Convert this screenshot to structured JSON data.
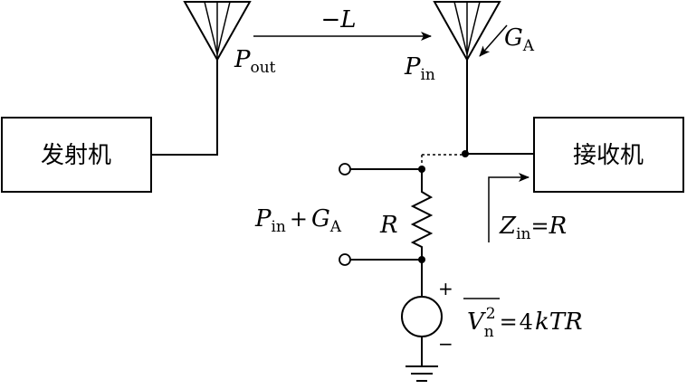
{
  "transmitter": {
    "label": "发射机"
  },
  "receiver": {
    "label": "接收机"
  },
  "path_loss": {
    "minus": "−",
    "symbol": "L"
  },
  "p_out": {
    "symbol": "P",
    "subscript": "out"
  },
  "p_in": {
    "symbol": "P",
    "subscript": "in"
  },
  "antenna_gain": {
    "symbol": "G",
    "subscript": "A"
  },
  "combined": {
    "p_symbol": "P",
    "p_subscript": "in",
    "plus": "+",
    "g_symbol": "G",
    "g_subscript": "A"
  },
  "resistor": {
    "symbol": "R"
  },
  "input_impedance": {
    "symbol": "Z",
    "subscript": "in",
    "equals": "=",
    "value": "R"
  },
  "noise_source": {
    "symbol": "V",
    "subscript": "n",
    "superscript": "2",
    "equals": "=",
    "coefficient": "4",
    "expression": "kTR",
    "plus_terminal": "+",
    "minus_terminal": "−"
  }
}
